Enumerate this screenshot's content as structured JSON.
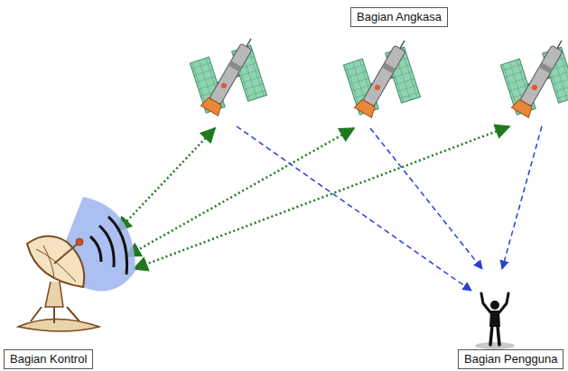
{
  "diagram": {
    "nodes": [
      {
        "text": [
          "Bagian Angkasa"
        ]
      },
      {
        "text": [
          "Bagian Kontrol"
        ]
      },
      {
        "text": [
          "Bagian Pengguna"
        ]
      }
    ]
  }
}
